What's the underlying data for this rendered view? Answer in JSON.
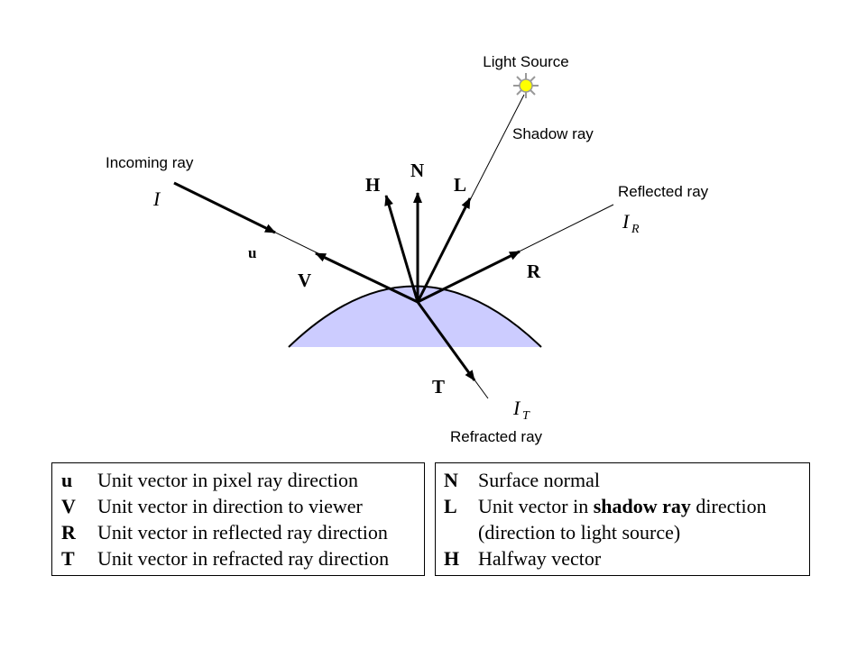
{
  "labels": {
    "light_source": "Light Source",
    "shadow_ray": "Shadow ray",
    "incoming_ray": "Incoming ray",
    "reflected_ray": "Reflected ray",
    "refracted_ray": "Refracted ray",
    "I": "I",
    "I_R": "I",
    "I_R_sub": "R",
    "I_T": "I",
    "I_T_sub": "T",
    "u": "u",
    "V": "V",
    "H": "H",
    "N": "N",
    "L": "L",
    "R": "R",
    "T": "T"
  },
  "colors": {
    "surface_fill": "#ccccff",
    "sun_fill": "#ffff00",
    "sun_rays": "#999999",
    "stroke": "#000000"
  },
  "icons": {
    "light_source": "sun-icon"
  },
  "legend_left": [
    {
      "symbol": "u",
      "description": "Unit vector in pixel ray direction"
    },
    {
      "symbol": "V",
      "description": "Unit vector in direction to viewer"
    },
    {
      "symbol": "R",
      "description": "Unit vector in reflected ray direction"
    },
    {
      "symbol": "T",
      "description": "Unit vector in refracted ray direction"
    }
  ],
  "legend_right": [
    {
      "symbol": "N",
      "description": "Surface normal"
    },
    {
      "symbol": "L",
      "description_before": "Unit vector in ",
      "description_bold": "shadow ray",
      "description_after": " direction"
    },
    {
      "symbol": "",
      "description": "(direction to light source)"
    },
    {
      "symbol": "H",
      "description": "Halfway vector"
    }
  ]
}
